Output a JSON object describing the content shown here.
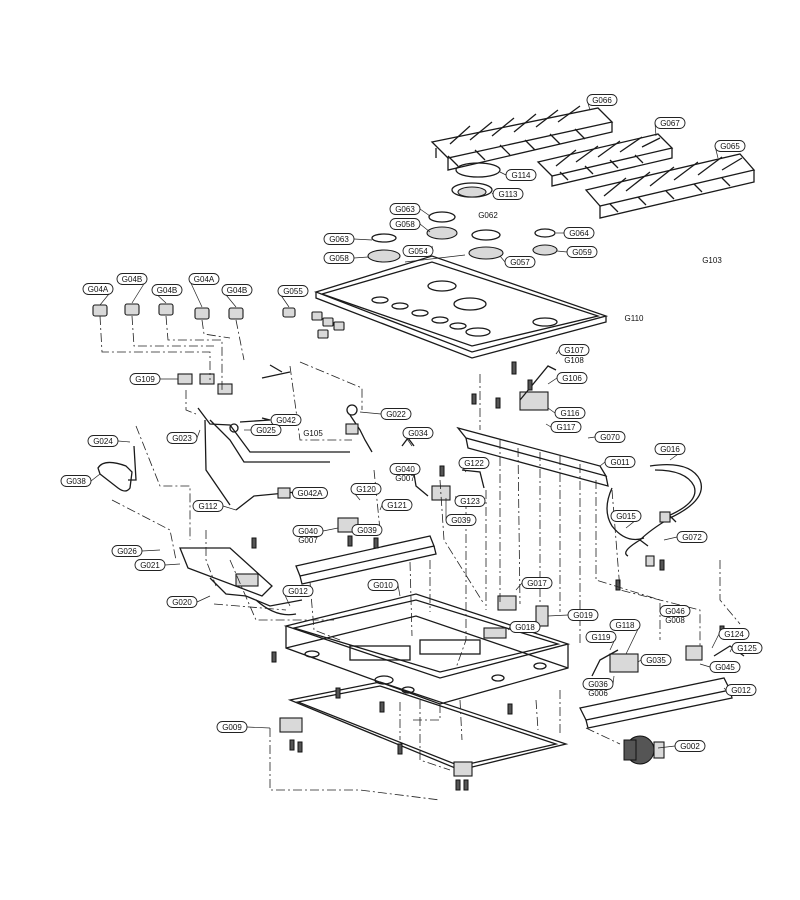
{
  "diagram": {
    "labels": {
      "G066": "G066",
      "G067": "G067",
      "G065": "G065",
      "G114": "G114",
      "G113": "G113",
      "G062": "G062",
      "G063a": "G063",
      "G058a": "G058",
      "G063b": "G063",
      "G058b": "G058",
      "G054": "G054",
      "G057": "G057",
      "G064": "G064",
      "G059": "G059",
      "G103": "G103",
      "G110": "G110",
      "G04A_1": "G04A",
      "G04B_1": "G04B",
      "G04B_2": "G04B",
      "G04A_2": "G04A",
      "G04B_3": "G04B",
      "G055": "G055",
      "G109": "G109",
      "G107": "G107",
      "G108": "G108",
      "G106": "G106",
      "G116": "G116",
      "G117": "G117",
      "G070": "G070",
      "G011": "G011",
      "G042": "G042",
      "G022": "G022",
      "G025": "G025",
      "G105": "G105",
      "G034": "G034",
      "G024": "G024",
      "G023": "G023",
      "G038": "G038",
      "G040a": "G040",
      "G007a": "G007",
      "G122": "G122",
      "G123": "G123",
      "G039a": "G039",
      "G042A": "G042A",
      "G120": "G120",
      "G121": "G121",
      "G112": "G112",
      "G040b": "G040",
      "G007b": "G007",
      "G039b": "G039",
      "G016": "G016",
      "G015": "G015",
      "G072": "G072",
      "G026": "G026",
      "G021": "G021",
      "G020": "G020",
      "G012a": "G012",
      "G010": "G010",
      "G017": "G017",
      "G019": "G019",
      "G018": "G018",
      "G046": "G046",
      "G008": "G008",
      "G124": "G124",
      "G125": "G125",
      "G119": "G119",
      "G118": "G118",
      "G035": "G035",
      "G045": "G045",
      "G036": "G036",
      "G006": "G006",
      "G012b": "G012",
      "G009": "G009",
      "G002": "G002"
    }
  }
}
